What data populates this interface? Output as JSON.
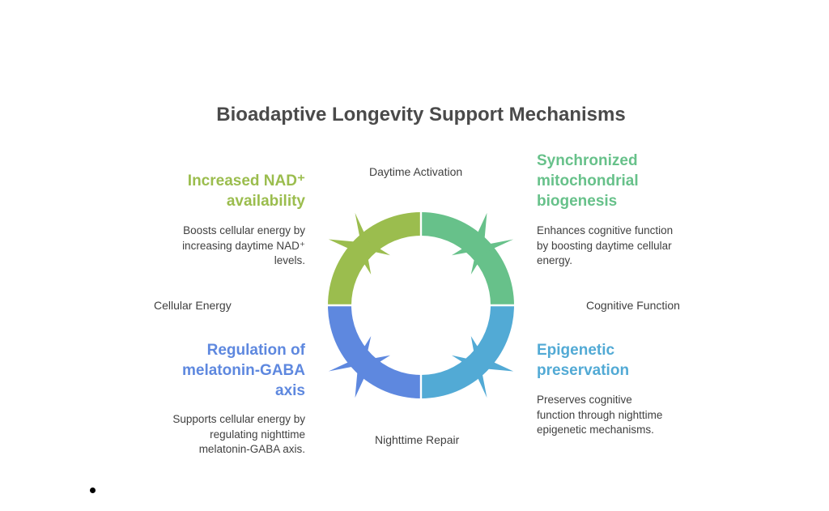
{
  "title": "Bioadaptive Longevity Support Mechanisms",
  "axes": {
    "top": "Daytime Activation",
    "bottom": "Nighttime Repair",
    "left": "Cellular Energy",
    "right": "Cognitive Function"
  },
  "quadrants": [
    {
      "position": "top-left",
      "heading": [
        "Increased NAD⁺",
        "availability"
      ],
      "description": [
        "Boosts cellular energy by",
        "increasing daytime NAD⁺",
        "levels."
      ],
      "color": "#9bbd4e"
    },
    {
      "position": "top-right",
      "heading": [
        "Synchronized",
        "mitochondrial",
        "biogenesis"
      ],
      "description": [
        "Enhances cognitive function",
        "by boosting daytime cellular",
        "energy."
      ],
      "color": "#67c18a"
    },
    {
      "position": "bottom-left",
      "heading": [
        "Regulation of",
        "melatonin-GABA",
        "axis"
      ],
      "description": [
        "Supports cellular energy by",
        "regulating nighttime",
        "melatonin-GABA axis."
      ],
      "color": "#5e88df"
    },
    {
      "position": "bottom-right",
      "heading": [
        "Epigenetic",
        "preservation"
      ],
      "description": [
        "Preserves cognitive",
        "function through nighttime",
        "epigenetic mechanisms."
      ],
      "color": "#52aad5"
    }
  ],
  "list_bullet": "•"
}
